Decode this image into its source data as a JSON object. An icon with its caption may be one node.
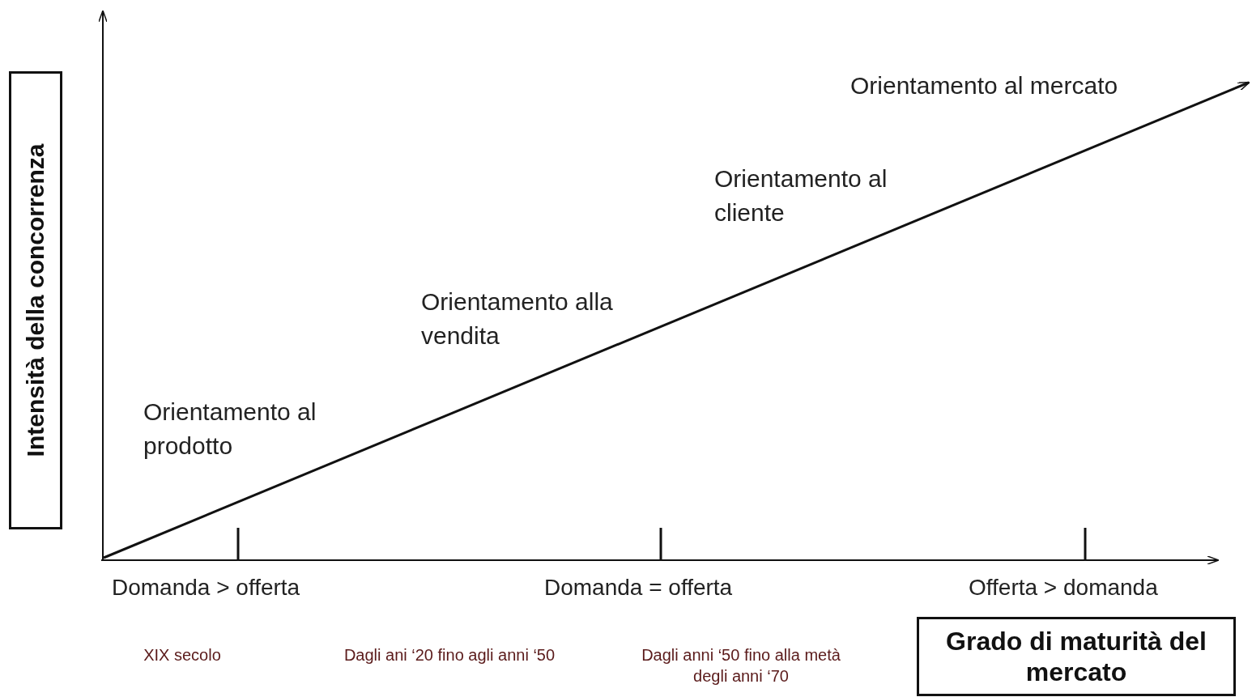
{
  "diagram": {
    "nodes": [
      {
        "text": [
          "Intensità della concorrenza"
        ]
      },
      {
        "text": [
          "Grado di maturità del mercato"
        ]
      }
    ],
    "labels": [
      "Orientamento al mercato",
      "Orientamento al cliente",
      "Orientamento alla vendita",
      "Orientamento al prodotto",
      "Domanda > offerta",
      "Domanda = offerta",
      "Offerta > domanda",
      "XIX secolo",
      "Dagli ani ‘20 fino agli anni ‘50",
      "Dagli anni ‘50 fino alla metà degli anni ‘70"
    ]
  }
}
